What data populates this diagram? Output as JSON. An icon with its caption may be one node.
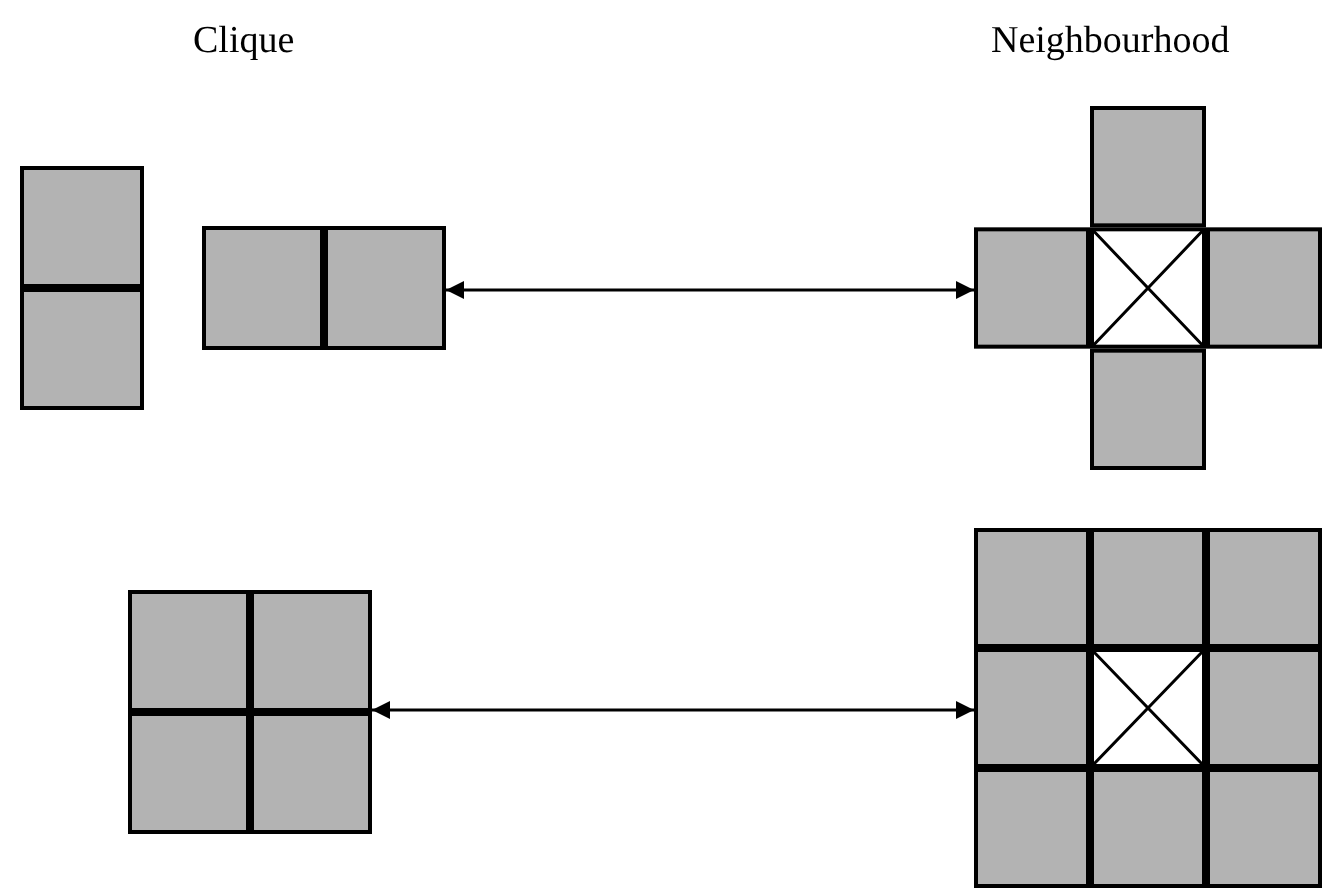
{
  "diagram": {
    "nodes": [
      {
        "text": [],
        "shape": "grid"
      },
      {
        "text": [],
        "shape": "grid"
      },
      {
        "text": [],
        "shape": "grid"
      },
      {
        "text": [],
        "shape": "grid"
      },
      {
        "text": [],
        "shape": "grid"
      }
    ],
    "edges": [
      {
        "from": 1,
        "to": 2,
        "arrow": "both"
      },
      {
        "from": 3,
        "to": 4,
        "arrow": "both"
      }
    ],
    "labels": [
      "Clique",
      "Neighbourhood"
    ]
  }
}
